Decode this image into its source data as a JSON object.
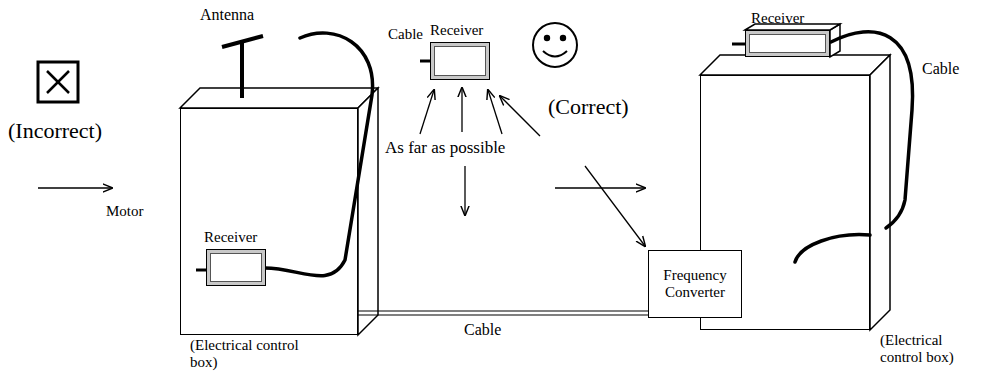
{
  "diagram": {
    "nodes": [
      {
        "text": [
          "(Electrical control box)"
        ]
      },
      {
        "text": [
          "Receiver"
        ],
        "in": 0
      },
      {
        "text": [
          "Receiver"
        ]
      },
      {
        "text": [
          "Frequency Converter"
        ]
      },
      {
        "text": [
          "(Electrical control box)"
        ]
      },
      {
        "text": [
          "Receiver"
        ]
      }
    ],
    "edges": [
      {
        "from": 0,
        "to": 3,
        "label": "Cable",
        "arrow": "none"
      }
    ],
    "labels": [
      "Antenna",
      "Cable",
      "(Incorrect)",
      "As far as possible",
      "(Correct)",
      "Motor",
      "Cable"
    ]
  }
}
